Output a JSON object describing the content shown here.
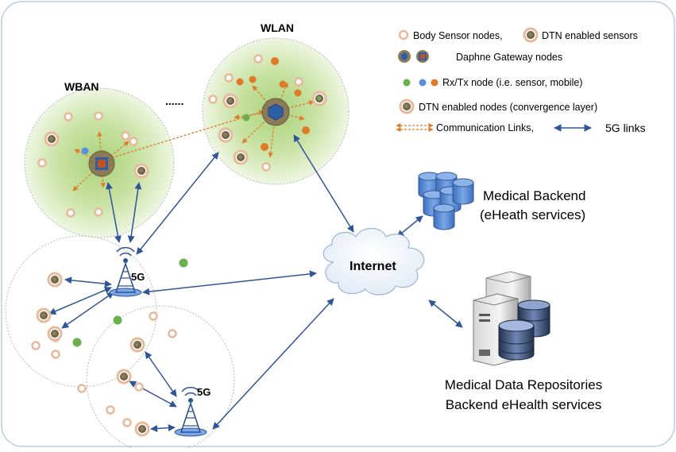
{
  "labels": {
    "wban": "WBAN",
    "wlan": "WLAN",
    "dots": "......",
    "fiveg_1": "5G",
    "fiveg_2": "5G",
    "internet": "Internet",
    "medical_backend_line1": "Medical Backend",
    "medical_backend_line2": "(eHeath services)",
    "repositories_line1": "Medical Data Repositories",
    "repositories_line2": "Backend eHealth services"
  },
  "legend": {
    "body_sensor": "Body Sensor nodes,",
    "dtn_sensors": "DTN enabled sensors",
    "gateway": "Daphne Gateway nodes",
    "rxtx": "Rx/Tx node (i.e. sensor, mobile)",
    "dtn_nodes": "DTN enabled nodes (convergence layer)",
    "comm_links": "Communication Links,",
    "fiveg_links": "5G links"
  },
  "colors": {
    "green_zone": "#c9e2a3",
    "link_blue": "#2f5597",
    "link_orange": "#e07a2b",
    "dtn_node": "#7b6a4a",
    "gateway_blue": "#2e5ea8",
    "gateway_orange": "#c4501c",
    "db_blue": "#5b8fd9",
    "green_node": "#6ab04c",
    "blue_node": "#5b8fd9",
    "orange_node": "#e07a2b"
  },
  "icons": [
    "cell-tower-icon",
    "cloud-icon",
    "database-icon",
    "server-icon"
  ]
}
